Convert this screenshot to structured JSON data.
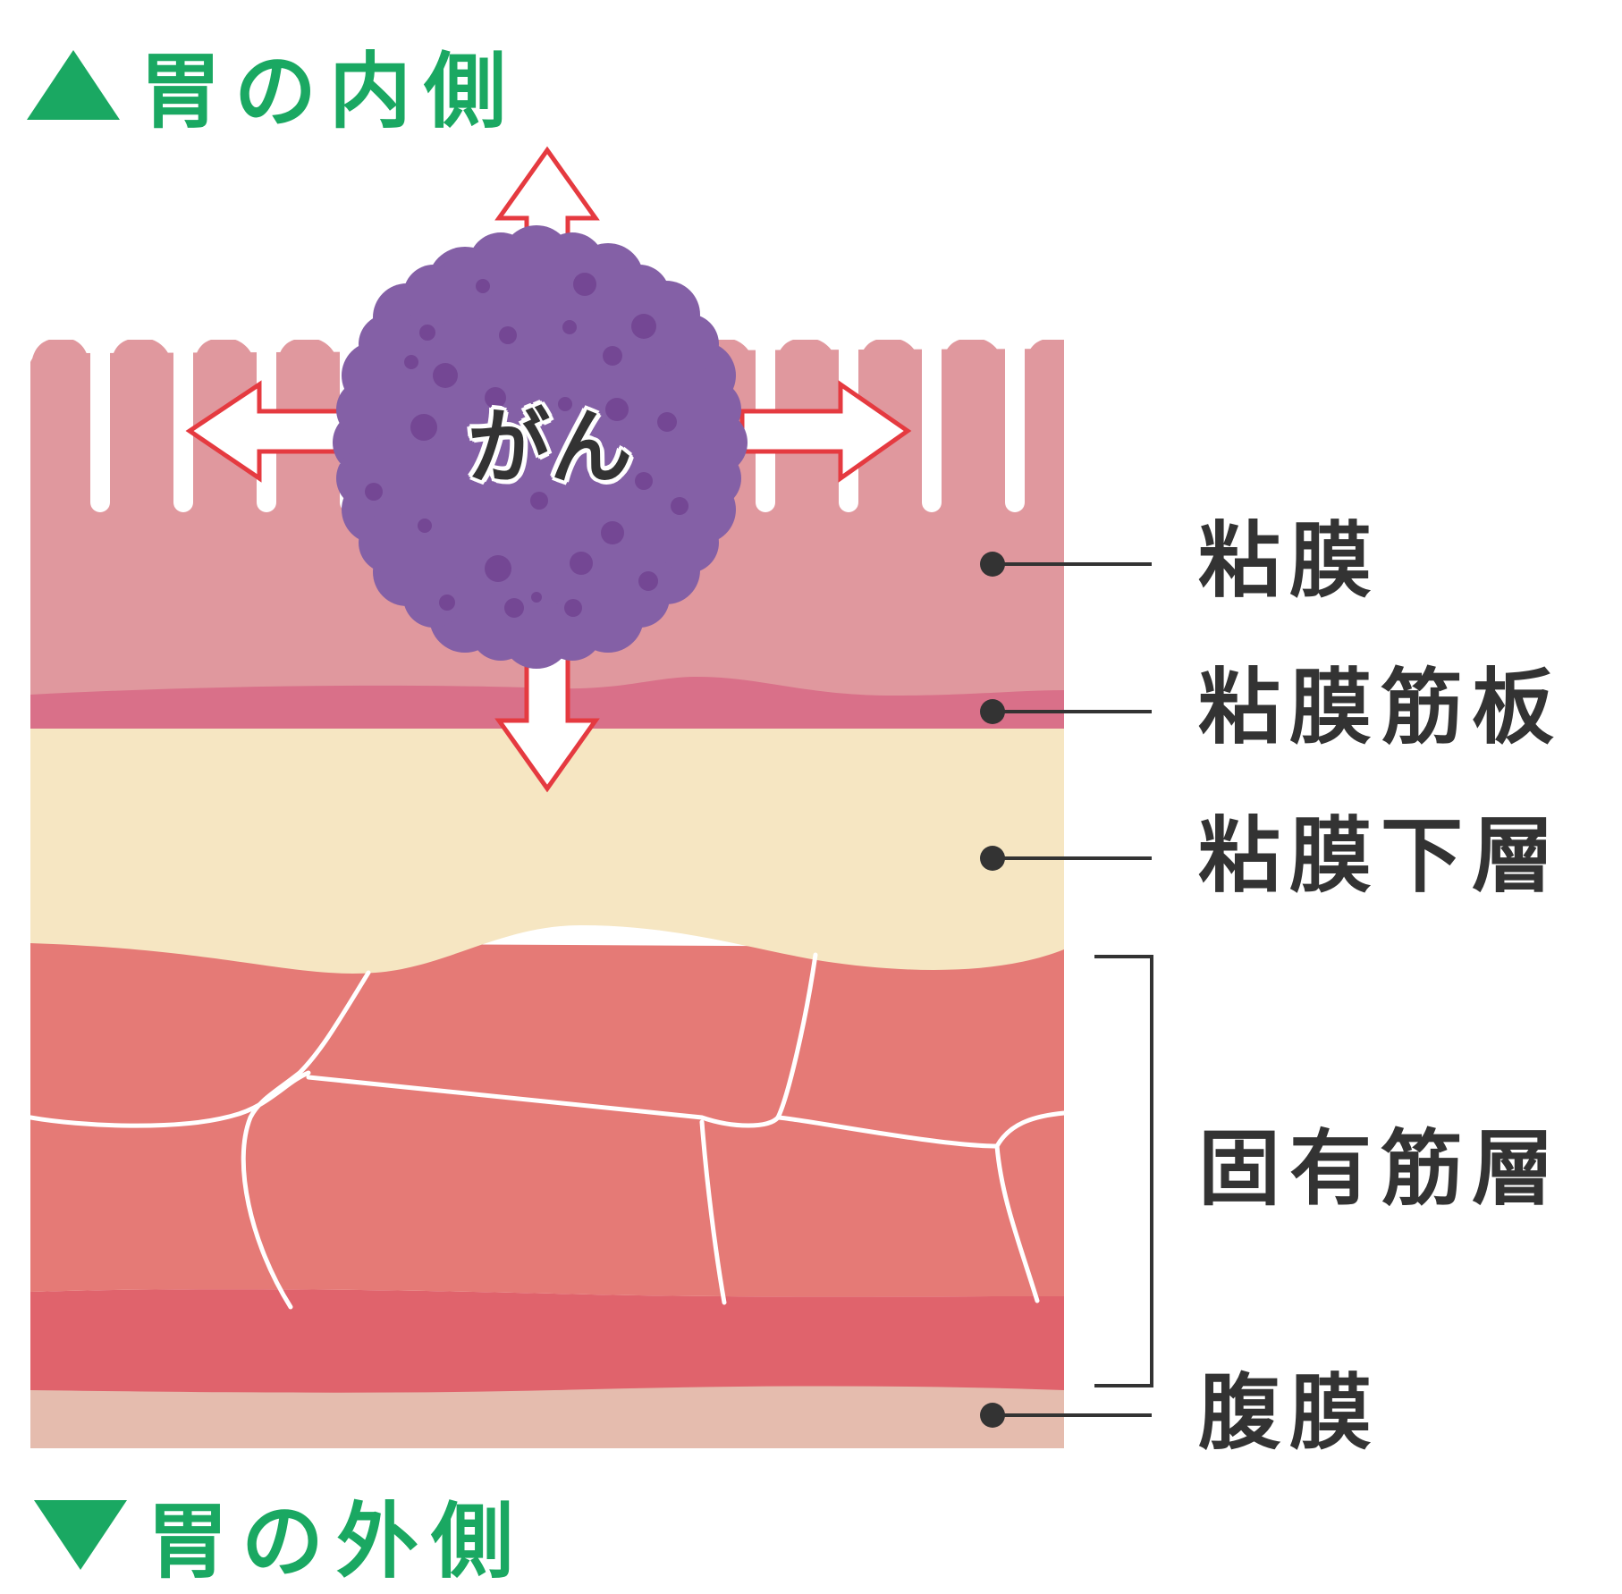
{
  "header": {
    "inner_label": "胃の内側"
  },
  "footer": {
    "outer_label": "胃の外側"
  },
  "tumor": {
    "label": "がん"
  },
  "layers": {
    "mucosa": "粘膜",
    "muscularis_mucosae": "粘膜筋板",
    "submucosa": "粘膜下層",
    "muscularis_propria": "固有筋層",
    "serosa": "腹膜"
  },
  "colors": {
    "accent_green": "#1aa862",
    "mucosa": "#e0989e",
    "muscularis_mucosae": "#d97089",
    "submucosa": "#f6e6c2",
    "muscle": "#e57a76",
    "muscle_band": "#e0636c",
    "serosa": "#e5bcae",
    "tumor": "#8460a6",
    "arrow_outline": "#e53a40",
    "label_text": "#333333"
  },
  "icons": [
    "triangle-up-icon",
    "triangle-down-icon",
    "arrow-up-icon",
    "arrow-down-icon",
    "arrow-left-icon",
    "arrow-right-icon"
  ]
}
